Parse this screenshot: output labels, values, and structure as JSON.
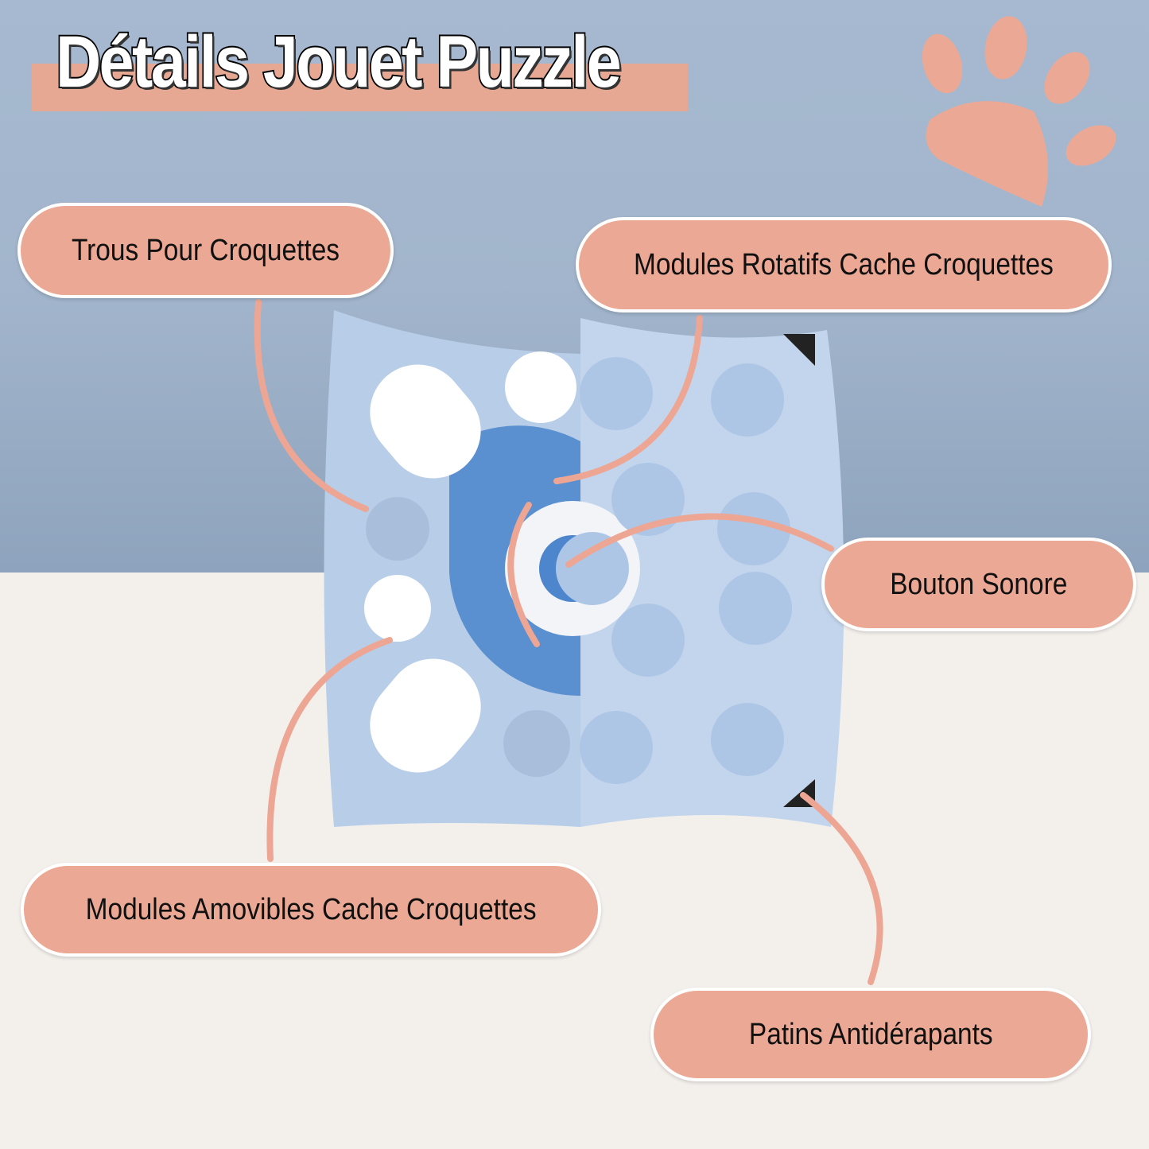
{
  "title": "Détails Jouet Puzzle",
  "labels": {
    "holes": "Trous Pour Croquettes",
    "rotating": "Modules Rotatifs Cache Croquettes",
    "button": "Bouton Sonore",
    "removable": "Modules Amovibles Cache Croquettes",
    "pads": "Patins Antidérapants"
  },
  "colors": {
    "pill": "#eba995",
    "accent_blue": "#5a8fd0",
    "toy": "#b9cfe9",
    "arrow": "#eda693"
  },
  "icons": [
    "paw-print-icon",
    "bone-icon"
  ]
}
